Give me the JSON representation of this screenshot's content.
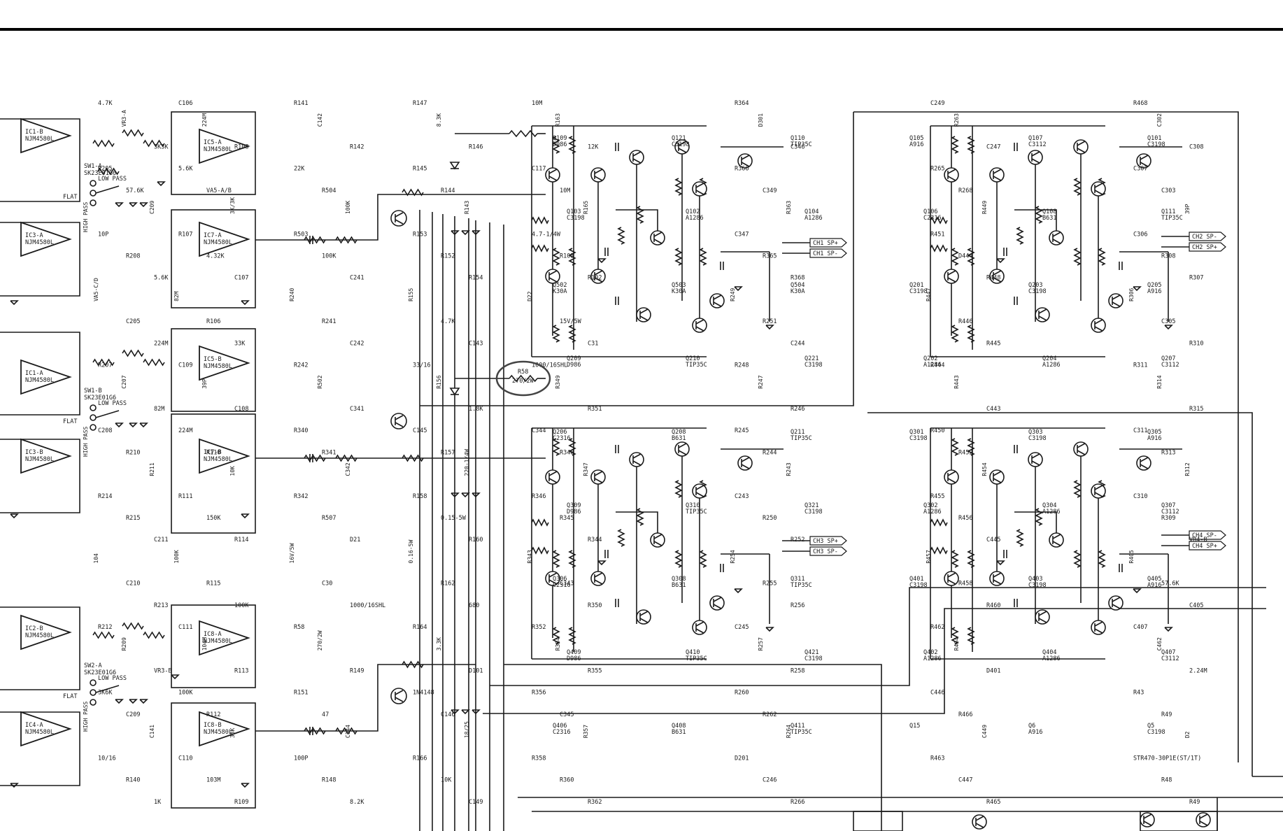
{
  "opamps": [
    {
      "ref": "IC1-B",
      "part": "NJM4580L"
    },
    {
      "ref": "IC5-A",
      "part": "NJM4580L"
    },
    {
      "ref": "IC3-A",
      "part": "NJM4580L"
    },
    {
      "ref": "IC7-A",
      "part": "NJM4580L"
    },
    {
      "ref": "IC1-A",
      "part": "NJM4580L"
    },
    {
      "ref": "IC5-B",
      "part": "NJM4580L"
    },
    {
      "ref": "IC3-B",
      "part": "NJM4580L"
    },
    {
      "ref": "IC7-B",
      "part": "NJM4580L"
    },
    {
      "ref": "IC2-B",
      "part": "NJM4580L"
    },
    {
      "ref": "IC8-A",
      "part": "NJM4580L"
    },
    {
      "ref": "IC4-A",
      "part": "NJM4580L"
    },
    {
      "ref": "IC8-B",
      "part": "NJM4580L"
    }
  ],
  "outputs": [
    "CH1 SP+",
    "CH1 SP-",
    "CH2 SP-",
    "CH2 SP+",
    "CH3 SP+",
    "CH3 SP-",
    "CH4 SP-",
    "CH4 SP+"
  ],
  "switches": [
    {
      "ref": "SW1-A",
      "part": "SK23E01G6",
      "low": "LOW PASS",
      "flat": "FLAT",
      "high": "HIGH PASS"
    },
    {
      "ref": "SW1-B",
      "part": "SK23E01G6",
      "low": "LOW PASS",
      "flat": "FLAT",
      "high": "HIGH PASS"
    },
    {
      "ref": "SW2-A",
      "part": "SK23E01G6",
      "low": "LOW PASS",
      "flat": "FLAT",
      "high": "HIGH PASS"
    }
  ],
  "highlight": {
    "ref": "R58",
    "value": "270/2W"
  },
  "transistors": [
    {
      "ref": "Q109",
      "part": "D986"
    },
    {
      "ref": "Q121",
      "part": "C3198"
    },
    {
      "ref": "Q110",
      "part": "TIP35C"
    },
    {
      "ref": "Q105",
      "part": "A916"
    },
    {
      "ref": "Q107",
      "part": "C3112"
    },
    {
      "ref": "Q101",
      "part": "C3198"
    },
    {
      "ref": "Q103",
      "part": "C3198"
    },
    {
      "ref": "Q102",
      "part": "A1286"
    },
    {
      "ref": "Q104",
      "part": "A1286"
    },
    {
      "ref": "Q106",
      "part": "C2316"
    },
    {
      "ref": "Q108",
      "part": "B631"
    },
    {
      "ref": "Q111",
      "part": "TIP35C"
    },
    {
      "ref": "Q502",
      "part": "K30A"
    },
    {
      "ref": "Q503",
      "part": "K30A"
    },
    {
      "ref": "Q504",
      "part": "K30A"
    },
    {
      "ref": "Q201",
      "part": "C3198"
    },
    {
      "ref": "Q203",
      "part": "C3198"
    },
    {
      "ref": "Q205",
      "part": "A916"
    },
    {
      "ref": "Q209",
      "part": "D986"
    },
    {
      "ref": "Q210",
      "part": "TIP35C"
    },
    {
      "ref": "Q221",
      "part": "C3198"
    },
    {
      "ref": "Q202",
      "part": "A1286"
    },
    {
      "ref": "Q204",
      "part": "A1286"
    },
    {
      "ref": "Q207",
      "part": "C3112"
    },
    {
      "ref": "Q206",
      "part": "C2316"
    },
    {
      "ref": "Q208",
      "part": "B631"
    },
    {
      "ref": "Q211",
      "part": "TIP35C"
    },
    {
      "ref": "Q301",
      "part": "C3198"
    },
    {
      "ref": "Q303",
      "part": "C3198"
    },
    {
      "ref": "Q305",
      "part": "A916"
    },
    {
      "ref": "Q309",
      "part": "D986"
    },
    {
      "ref": "Q310",
      "part": "TIP35C"
    },
    {
      "ref": "Q321",
      "part": "C3198"
    },
    {
      "ref": "Q302",
      "part": "A1286"
    },
    {
      "ref": "Q304",
      "part": "A1286"
    },
    {
      "ref": "Q307",
      "part": "C3112"
    },
    {
      "ref": "Q306",
      "part": "C2316"
    },
    {
      "ref": "Q308",
      "part": "B631"
    },
    {
      "ref": "Q311",
      "part": "TIP35C"
    },
    {
      "ref": "Q401",
      "part": "C3198"
    },
    {
      "ref": "Q403",
      "part": "C3198"
    },
    {
      "ref": "Q405",
      "part": "A916"
    },
    {
      "ref": "Q409",
      "part": "D986"
    },
    {
      "ref": "Q410",
      "part": "TIP35C"
    },
    {
      "ref": "Q421",
      "part": "C3198"
    },
    {
      "ref": "Q402",
      "part": "A1286"
    },
    {
      "ref": "Q404",
      "part": "A1286"
    },
    {
      "ref": "Q407",
      "part": "C3112"
    },
    {
      "ref": "Q406",
      "part": "C2316"
    },
    {
      "ref": "Q408",
      "part": "B631"
    },
    {
      "ref": "Q411",
      "part": "TIP35C"
    },
    {
      "ref": "Q15",
      "part": ""
    },
    {
      "ref": "Q6",
      "part": "A916"
    },
    {
      "ref": "Q5",
      "part": "C3198"
    }
  ],
  "labels": [
    "C106",
    "224M",
    "R108",
    "5.6K",
    "VA5-A/B",
    "3K/3K",
    "R107",
    "4.32K",
    "C107",
    "82M",
    "R106",
    "33K",
    "C109",
    "39P",
    "C108",
    "224M",
    "R110",
    "10K",
    "R111",
    "150K",
    "R114",
    "100K",
    "R115",
    "100K",
    "C111",
    "104M",
    "R113",
    "100K",
    "R112",
    "33K",
    "C110",
    "103M",
    "R109",
    "4.7K",
    "VR3-A",
    "3K3K",
    "R205",
    "57.6K",
    "C209",
    "10P",
    "R208",
    "5.6K",
    "VA5-C/D",
    "C205",
    "224M",
    "R207",
    "C207",
    "82M",
    "C208",
    "R210",
    "R211",
    "R214",
    "R215",
    "C211",
    "104",
    "C210",
    "R213",
    "R212",
    "R209",
    "VR3-B",
    "3K6K",
    "C209",
    "C141",
    "10/16",
    "R140",
    "1K",
    "R141",
    "C142",
    "R142",
    "22K",
    "R504",
    "100K",
    "R503",
    "100K",
    "C241",
    "R240",
    "R241",
    "C242",
    "R242",
    "R502",
    "C341",
    "R340",
    "R341",
    "C342",
    "R342",
    "R507",
    "D21",
    "16V/5W",
    "C30",
    "1000/16SHL",
    "R58",
    "270/2W",
    "R149",
    "R151",
    "47",
    "C144",
    "100P",
    "R148",
    "8.2K",
    "R147",
    "8.3K",
    "R146",
    "R145",
    "R144",
    "R143",
    "R153",
    "R152",
    "R154",
    "R155",
    "4.7K",
    "C143",
    "33/16",
    "R156",
    "1.8K",
    "C145",
    "R157",
    "220-1/4W",
    "R158",
    "0.15-5W",
    "R160",
    "0.16-5W",
    "R162",
    "680",
    "R164",
    "3.3K",
    "D101",
    "1N4148",
    "C146",
    "18/25",
    "R166",
    "10K",
    "C149",
    "10M",
    "R163",
    "12K",
    "C117",
    "10M",
    "R165",
    "4.7-1/4W",
    "R103",
    "R102",
    "D22",
    "15V/5W",
    "C31",
    "1000/16SHL",
    "R349",
    "R351",
    "C344",
    "R348",
    "R347",
    "R346",
    "R345",
    "R344",
    "R343",
    "C343",
    "R350",
    "R352",
    "R354",
    "R355",
    "R356",
    "C345",
    "R357",
    "R358",
    "R360",
    "R362",
    "R364",
    "D301",
    "C346",
    "R366",
    "C349",
    "R363",
    "C347",
    "R365",
    "R368",
    "R249",
    "R251",
    "C244",
    "R248",
    "R247",
    "R246",
    "R245",
    "R244",
    "R243",
    "C243",
    "R250",
    "R252",
    "R254",
    "R255",
    "R256",
    "C245",
    "R257",
    "R258",
    "R260",
    "R262",
    "R264",
    "D201",
    "C246",
    "R266",
    "C249",
    "R263",
    "C247",
    "R265",
    "R268",
    "R449",
    "R451",
    "D444",
    "R448",
    "R447",
    "R446",
    "R445",
    "R444",
    "R443",
    "C443",
    "R450",
    "R452",
    "R454",
    "R455",
    "R456",
    "C445",
    "R457",
    "R458",
    "R460",
    "R462",
    "R464",
    "D401",
    "C446",
    "R466",
    "C449",
    "R463",
    "C447",
    "R465",
    "R468",
    "C302",
    "C308",
    "C307",
    "C303",
    "39P",
    "C306",
    "R308",
    "R307",
    "R306",
    "C305",
    "R310",
    "R311",
    "R314",
    "R315",
    "C311",
    "R313",
    "R312",
    "C310",
    "R309",
    "VR4-B",
    "R405",
    "57.6K",
    "C405",
    "C407",
    "C462",
    "2.24M",
    "R43",
    "R49",
    "D2",
    "STR470-30P1E(ST/1T)",
    "R48",
    "R49"
  ]
}
